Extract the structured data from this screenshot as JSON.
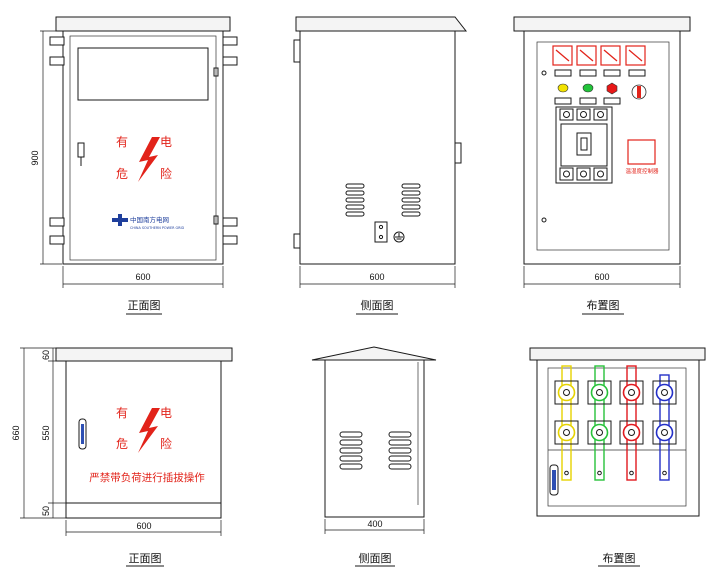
{
  "views": {
    "top_front": {
      "caption": "正面图",
      "width_dim": "600",
      "height_dim": "900",
      "warn_left_top": "有",
      "warn_right_top": "电",
      "warn_left_bottom": "危",
      "warn_right_bottom": "险",
      "logo_main": "中国南方电网",
      "logo_sub": "CHINA SOUTHERN POWER GRID"
    },
    "top_side": {
      "caption": "侧面图",
      "width_dim": "600"
    },
    "top_layout": {
      "caption": "布置图",
      "width_dim": "600",
      "controller_label": "温湿度控制器"
    },
    "bottom_front": {
      "caption": "正面图",
      "width_dim": "600",
      "height_total": "660",
      "height_top": "60",
      "height_mid": "550",
      "height_bottom": "50",
      "warn_left_top": "有",
      "warn_right_top": "电",
      "warn_left_bottom": "危",
      "warn_right_bottom": "险",
      "notice": "严禁带负荷进行插拔操作"
    },
    "bottom_side": {
      "caption": "侧面图",
      "width_dim": "400"
    },
    "bottom_layout": {
      "caption": "布置图"
    }
  },
  "colors": {
    "warning_red": "#e2231a",
    "logo_blue": "#1f3f9c",
    "phase_yellow": "#e6d200",
    "phase_green": "#27c23a",
    "phase_red": "#e0191f",
    "phase_blue": "#2430c8",
    "indicator_yellow": "#f2e200",
    "indicator_green": "#22c43a",
    "indicator_red": "#e81818"
  },
  "icons": [
    "lightning-bolt-icon",
    "ground-symbol-icon",
    "meter-icon",
    "door-handle-icon"
  ]
}
